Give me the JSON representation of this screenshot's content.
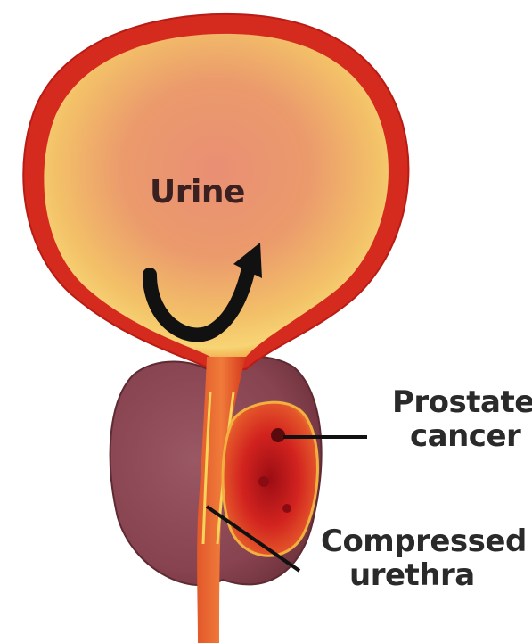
{
  "labels": {
    "urine": "Urine",
    "prostate_cancer": [
      "Prostate",
      "cancer"
    ],
    "compressed_urethra": [
      "Compressed",
      "urethra"
    ]
  },
  "colors": {
    "bladder_wall": "#d8261c",
    "bladder_inner": "#f2a36b",
    "bladder_glow": "#f7cf6a",
    "prostate": "#8e4a55",
    "tumor": "#c8141c",
    "urethra": "#e0401f",
    "arrow": "#111111",
    "leader_line": "#111111"
  }
}
